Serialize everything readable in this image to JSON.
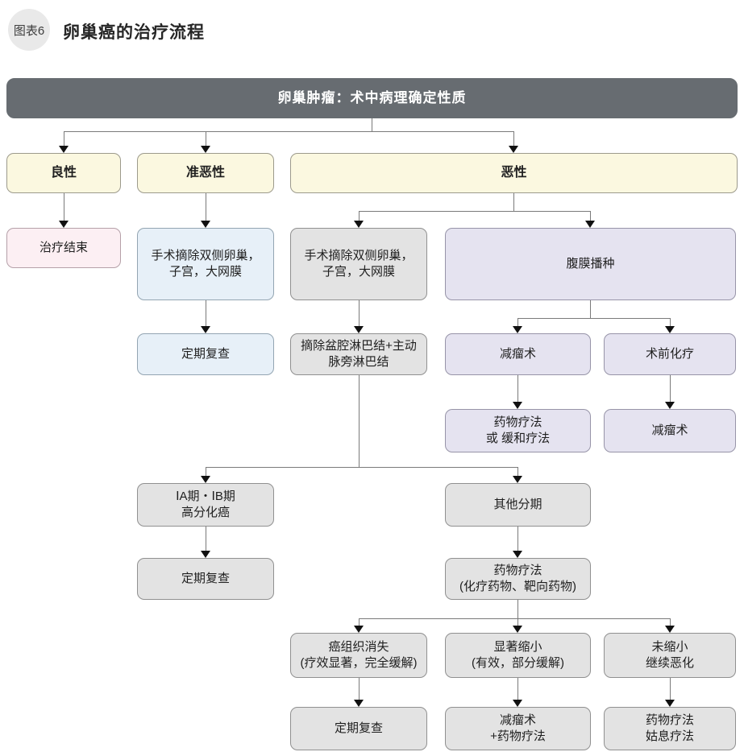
{
  "figure": {
    "badge": "图表6",
    "title": "卵巢癌的治疗流程"
  },
  "colors": {
    "root": "#676c71",
    "badge": "#e9e9e9",
    "category": "#fbf8e0",
    "pink": "#fceff3",
    "blue": "#e7f0f8",
    "gray": "#e3e3e3",
    "purple": "#e5e3f0",
    "line": "#7a7a7a",
    "arrow": "#111111"
  },
  "nodes": {
    "root": {
      "label": "卵巢肿瘤：术中病理确定性质"
    },
    "benign": {
      "label": "良性"
    },
    "borderline": {
      "label": "准恶性"
    },
    "malignant": {
      "label": "恶性"
    },
    "treatment_end": {
      "label": "治疗结束"
    },
    "surgery_borderline": {
      "label": "手术摘除双侧卵巢，\n子宫，大网膜"
    },
    "surgery_malignant": {
      "label": "手术摘除双侧卵巢，\n子宫，大网膜"
    },
    "peritoneal_seeding": {
      "label": "腹膜播种"
    },
    "followup_borderline": {
      "label": "定期复查"
    },
    "lymph_node_removal": {
      "label": "摘除盆腔淋巴结+主动\n脉旁淋巴结"
    },
    "debulking": {
      "label": "减瘤术"
    },
    "preop_chemo": {
      "label": "术前化疗"
    },
    "drug_or_palliative": {
      "label": "药物疗法\n或 缓和疗法"
    },
    "debulking_after_chemo": {
      "label": "减瘤术"
    },
    "stage1ab": {
      "label": "ⅠA期・ⅠB期\n高分化癌"
    },
    "other_stages": {
      "label": "其他分期"
    },
    "followup_stage1": {
      "label": "定期复查"
    },
    "drug_therapy": {
      "label": "药物疗法\n(化疗药物、靶向药物)"
    },
    "tumor_disappeared": {
      "label": "癌组织消失\n(疗效显著，完全缓解)"
    },
    "marked_shrinkage": {
      "label": "显著缩小\n(有效，部分缓解)"
    },
    "no_shrinkage": {
      "label": "未缩小\n继续恶化"
    },
    "followup_final": {
      "label": "定期复查"
    },
    "debulking_plus_drug": {
      "label": "减瘤术\n+药物疗法"
    },
    "drug_palliative_final": {
      "label": "药物疗法\n姑息疗法"
    }
  }
}
